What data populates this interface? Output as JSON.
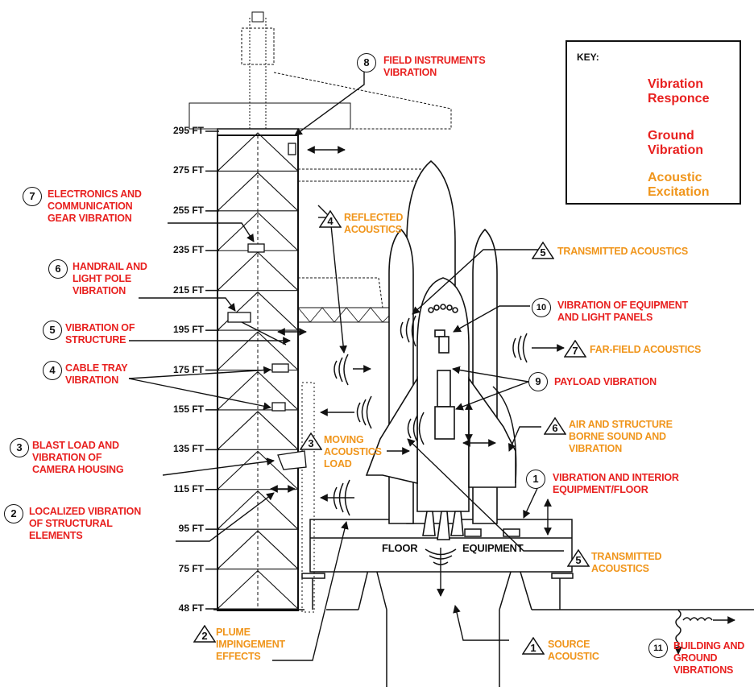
{
  "elevations": [
    "295 FT",
    "275 FT",
    "255 FT",
    "235 FT",
    "215 FT",
    "195 FT",
    "175 FT",
    "155 FT",
    "135 FT",
    "115 FT",
    "95 FT",
    "75 FT",
    "48 FT"
  ],
  "key": {
    "title": "KEY:",
    "vibration": [
      "Vibration",
      "Responce"
    ],
    "ground": [
      "Ground",
      "Vibration"
    ],
    "acoustic": [
      "Acoustic",
      "Excitation"
    ]
  },
  "colors": {
    "vibration_red": "#e8201f",
    "acoustic_orange": "#f0951b",
    "structure_ink": "#111111"
  },
  "floor_label": "FLOOR",
  "equipment_label": "EQUIPMENT",
  "labels": {
    "field_instruments": {
      "num": "8",
      "shape": "circle",
      "lines": [
        "FIELD INSTRUMENTS",
        "VIBRATION"
      ]
    },
    "electronics": {
      "num": "7",
      "shape": "circle",
      "lines": [
        "ELECTRONICS AND",
        "COMMUNICATION",
        "GEAR VIBRATION"
      ]
    },
    "handrail": {
      "num": "6",
      "shape": "circle",
      "lines": [
        "HANDRAIL AND",
        "LIGHT POLE",
        "VIBRATION"
      ]
    },
    "structure_vib": {
      "num": "5",
      "shape": "circle",
      "lines": [
        "VIBRATION OF",
        "STRUCTURE"
      ]
    },
    "cable_tray": {
      "num": "4",
      "shape": "circle",
      "lines": [
        "CABLE TRAY",
        "VIBRATION"
      ]
    },
    "blast_load": {
      "num": "3",
      "shape": "circle",
      "lines": [
        "BLAST LOAD AND",
        "VIBRATION OF",
        "CAMERA HOUSING"
      ]
    },
    "localized": {
      "num": "2",
      "shape": "circle",
      "lines": [
        "LOCALIZED VIBRATION",
        "OF STRUCTURAL",
        "ELEMENTS"
      ]
    },
    "reflected": {
      "num": "4",
      "shape": "triangle",
      "lines": [
        "REFLECTED",
        "ACOUSTICS"
      ]
    },
    "transmitted_top": {
      "num": "5",
      "shape": "triangle",
      "lines": [
        "TRANSMITTED ACOUSTICS"
      ]
    },
    "equipment_panels": {
      "num": "10",
      "shape": "circle",
      "lines": [
        "VIBRATION OF EQUIPMENT",
        "AND LIGHT PANELS"
      ]
    },
    "far_field": {
      "num": "7",
      "shape": "triangle",
      "lines": [
        "FAR-FIELD ACOUSTICS"
      ]
    },
    "payload": {
      "num": "9",
      "shape": "circle",
      "lines": [
        "PAYLOAD VIBRATION"
      ]
    },
    "air_structure": {
      "num": "6",
      "shape": "triangle",
      "lines": [
        "AIR AND STRUCTURE",
        "BORNE SOUND AND",
        "VIBRATION"
      ]
    },
    "moving_acoustics": {
      "num": "3",
      "shape": "triangle",
      "lines": [
        "MOVING",
        "ACOUSTICS",
        "LOAD"
      ]
    },
    "interior_equipment": {
      "num": "1",
      "shape": "circle",
      "lines": [
        "VIBRATION AND INTERIOR",
        "EQUIPMENT/FLOOR"
      ]
    },
    "transmitted_bottom": {
      "num": "5",
      "shape": "triangle",
      "lines": [
        "TRANSMITTED",
        "ACOUSTICS"
      ]
    },
    "plume": {
      "num": "2",
      "shape": "triangle",
      "lines": [
        "PLUME",
        "IMPINGEMENT",
        "EFFECTS"
      ]
    },
    "source_acoustic": {
      "num": "1",
      "shape": "triangle",
      "lines": [
        "SOURCE",
        "ACOUSTIC"
      ]
    },
    "building_ground": {
      "num": "11",
      "shape": "circle",
      "lines": [
        "BUILDING AND",
        "GROUND",
        "VIBRATIONS"
      ]
    }
  }
}
